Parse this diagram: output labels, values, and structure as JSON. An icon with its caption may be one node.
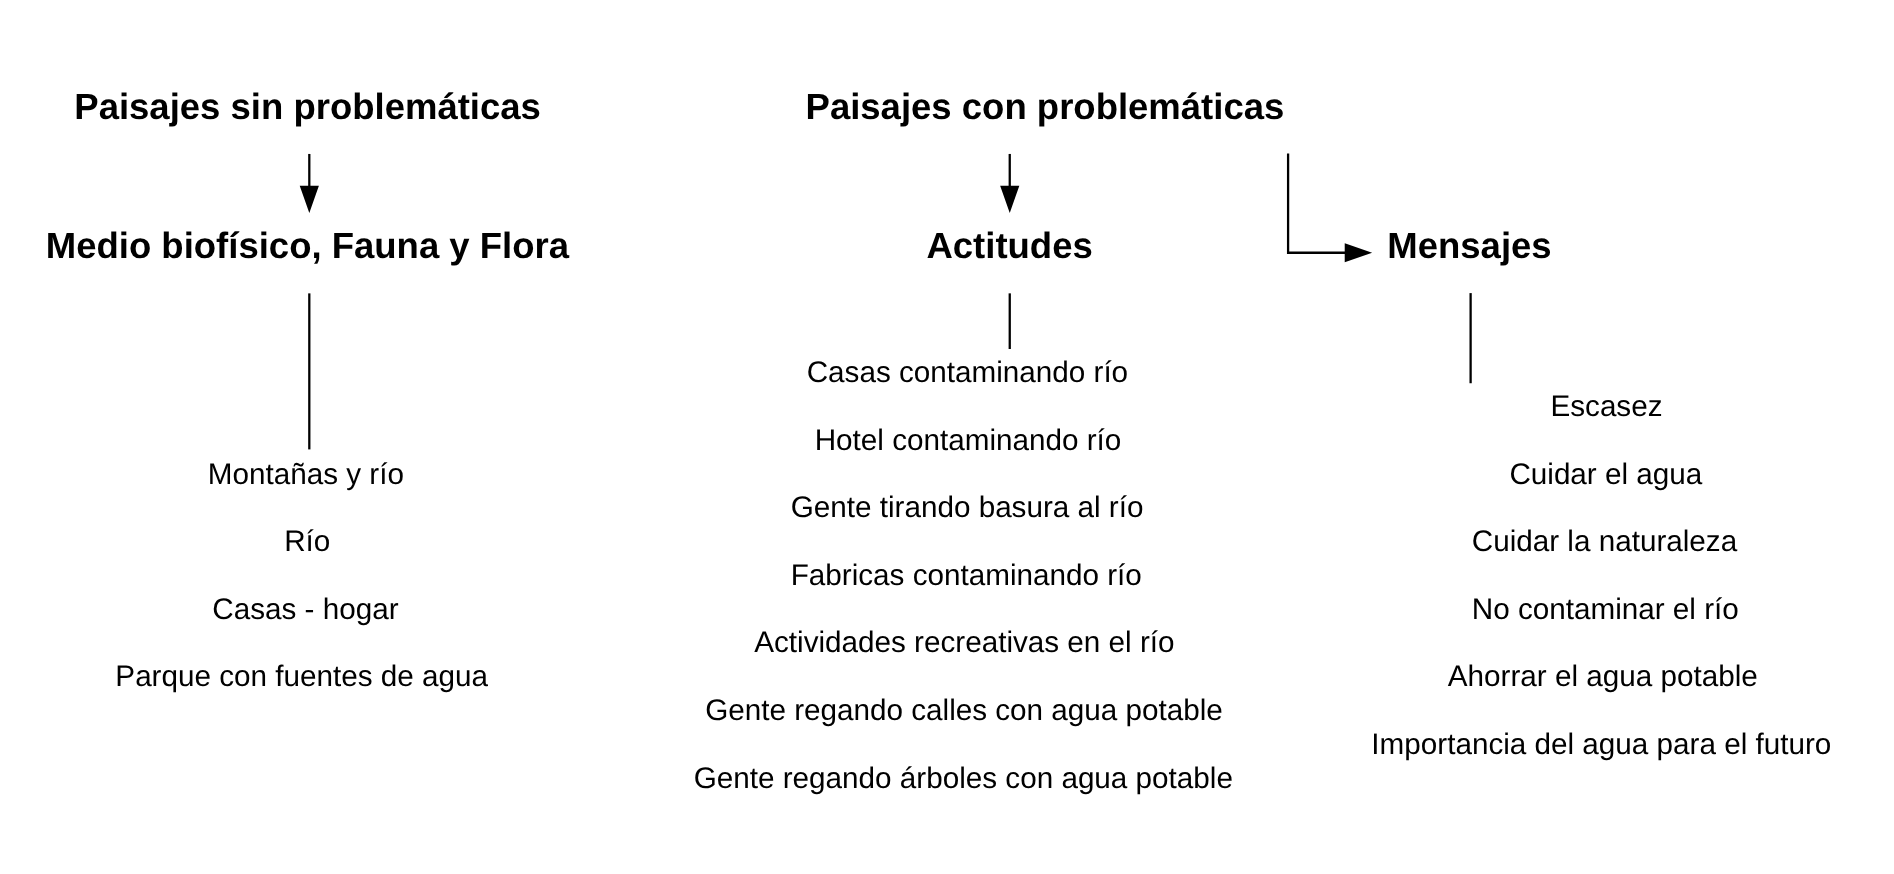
{
  "diagram": {
    "nodes": [
      {
        "text": [
          "Paisajes sin problemáticas"
        ]
      },
      {
        "text": [
          "Medio biofísico, Fauna y Flora"
        ]
      },
      {
        "text": [
          "Montañas y río",
          "Río",
          "Casas - hogar",
          "Parque con fuentes de agua"
        ]
      },
      {
        "text": [
          "Paisajes con problemáticas"
        ]
      },
      {
        "text": [
          "Actitudes"
        ]
      },
      {
        "text": [
          "Casas contaminando río",
          "Hotel contaminando río",
          "Gente tirando basura al río",
          "Fabricas contaminando río",
          "Actividades recreativas en el río",
          "Gente regando calles con agua potable",
          "Gente regando árboles con agua potable"
        ]
      },
      {
        "text": [
          "Mensajes"
        ]
      },
      {
        "text": [
          "Escasez",
          "Cuidar el agua",
          "Cuidar la naturaleza",
          "No contaminar el río",
          "Ahorrar el agua potable",
          "Importancia del agua para el futuro"
        ]
      }
    ],
    "edges": [
      {
        "from": 0,
        "to": 1,
        "arrow": "to"
      },
      {
        "from": 1,
        "to": 2,
        "arrow": "none"
      },
      {
        "from": 3,
        "to": 4,
        "arrow": "to"
      },
      {
        "from": 3,
        "to": 6,
        "arrow": "to"
      },
      {
        "from": 4,
        "to": 5,
        "arrow": "none"
      },
      {
        "from": 6,
        "to": 7,
        "arrow": "none"
      }
    ]
  }
}
